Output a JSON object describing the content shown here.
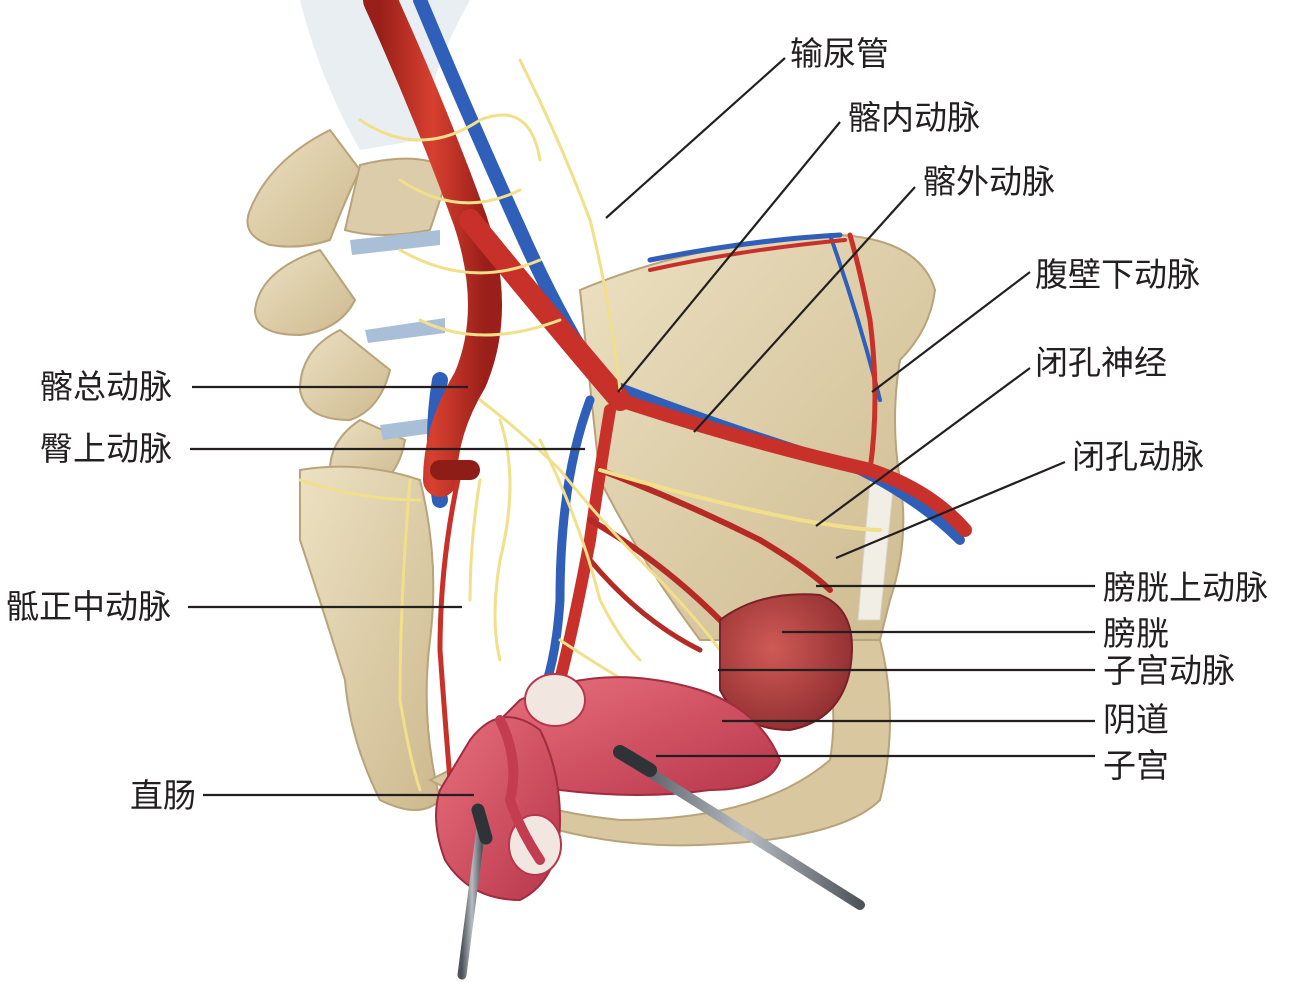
{
  "colors": {
    "bone": "#e3d5b0",
    "bone_shadow": "#b8a37a",
    "artery": "#c8302a",
    "artery_dark": "#8e1d18",
    "vein": "#2f5fb8",
    "nerve": "#f1df8a",
    "organ": "#d94b5e",
    "bladder": "#b23a3d",
    "instrument": "#7a8088",
    "text": "#231f20"
  },
  "labels": {
    "ureter": "输尿管",
    "internal_iliac_artery": "髂内动脉",
    "external_iliac_artery": "髂外动脉",
    "inferior_epigastric_artery": "腹壁下动脉",
    "obturator_nerve": "闭孔神经",
    "obturator_artery": "闭孔动脉",
    "superior_vesical_artery": "膀胱上动脉",
    "bladder": "膀胱",
    "uterine_artery": "子宫动脉",
    "vagina": "阴道",
    "uterus": "子宫",
    "common_iliac_artery": "髂总动脉",
    "superior_gluteal_artery": "臀上动脉",
    "median_sacral_artery": "骶正中动脉",
    "rectum": "直肠"
  }
}
